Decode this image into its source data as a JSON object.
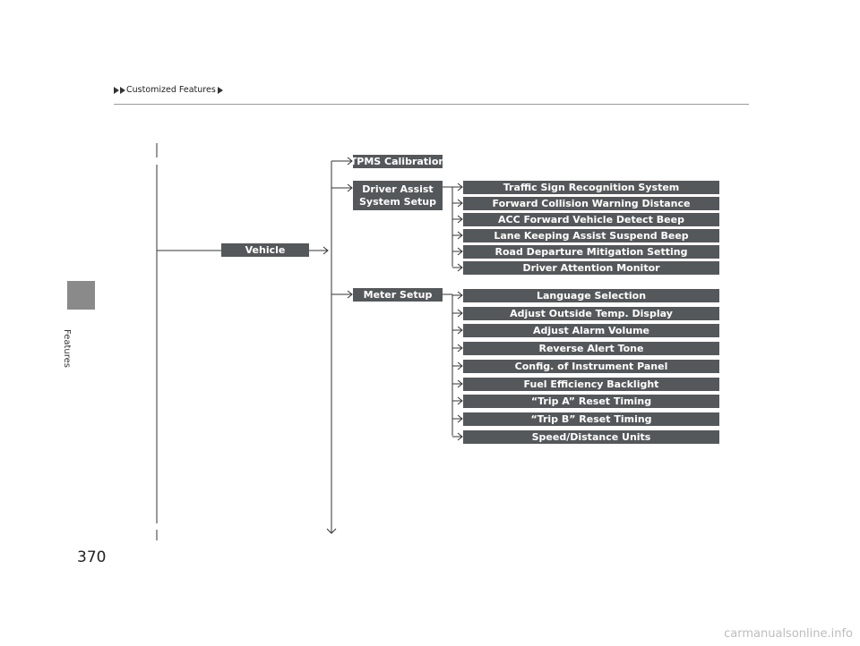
{
  "header": {
    "breadcrumb": "Customized Features"
  },
  "sidebar": {
    "section_label": "Features"
  },
  "page": {
    "number": "370"
  },
  "tree": {
    "root": "Vehicle",
    "tpms": "TPMS Calibration",
    "driver_assist": "Driver Assist System Setup",
    "driver_assist_items": [
      "Traffic Sign Recognition System",
      "Forward Collision Warning Distance",
      "ACC Forward Vehicle Detect Beep",
      "Lane Keeping Assist Suspend Beep",
      "Road Departure Mitigation Setting",
      "Driver Attention Monitor"
    ],
    "meter_setup": "Meter Setup",
    "meter_items": [
      "Language Selection",
      "Adjust Outside Temp. Display",
      "Adjust Alarm Volume",
      "Reverse Alert Tone",
      "Config. of Instrument Panel",
      "Fuel Efficiency Backlight",
      "“Trip A” Reset Timing",
      "“Trip B” Reset Timing",
      "Speed/Distance Units"
    ]
  },
  "footer": {
    "watermark": "carmanualsonline.info"
  }
}
